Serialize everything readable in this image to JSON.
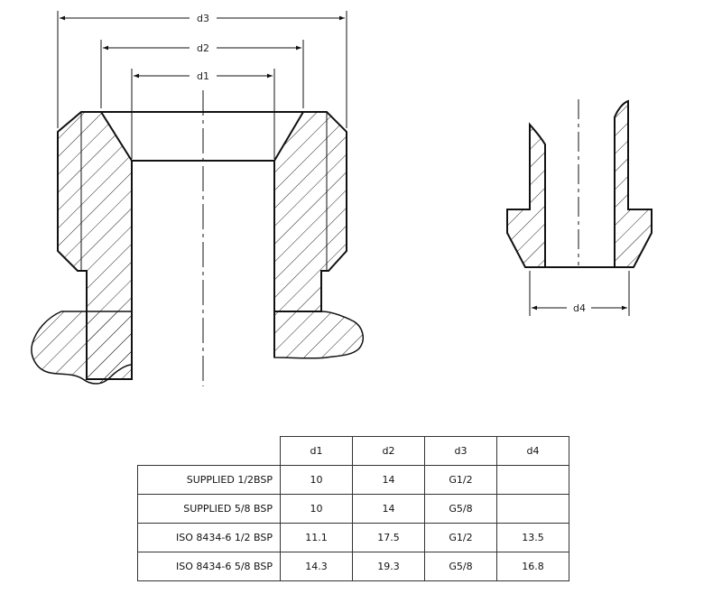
{
  "dimensions": {
    "left_view": [
      "d3",
      "d2",
      "d1"
    ],
    "right_view": [
      "d4"
    ]
  },
  "table": {
    "headers": [
      "d1",
      "d2",
      "d3",
      "d4"
    ],
    "rows": [
      {
        "label": "SUPPLIED 1/2BSP",
        "d1": "10",
        "d2": "14",
        "d3": "G1/2",
        "d4": ""
      },
      {
        "label": "SUPPLIED 5/8 BSP",
        "d1": "10",
        "d2": "14",
        "d3": "G5/8",
        "d4": ""
      },
      {
        "label": "ISO 8434-6 1/2 BSP",
        "d1": "11.1",
        "d2": "17.5",
        "d3": "G1/2",
        "d4": "13.5"
      },
      {
        "label": "ISO 8434-6 5/8 BSP",
        "d1": "14.3",
        "d2": "19.3",
        "d3": "G5/8",
        "d4": "16.8"
      }
    ]
  },
  "colors": {
    "line": "#111111",
    "hatch": "#222222",
    "background": "#ffffff"
  }
}
